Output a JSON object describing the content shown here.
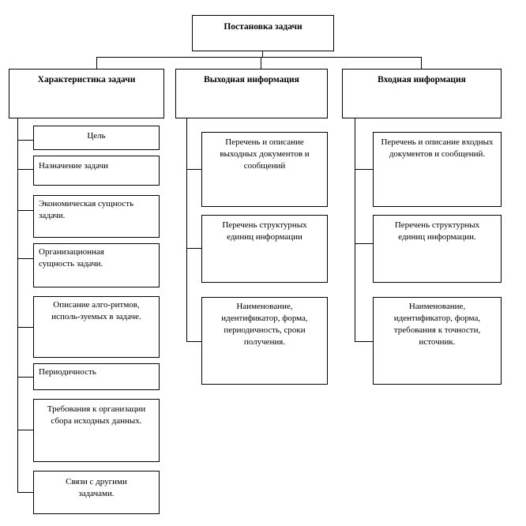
{
  "root": {
    "title": "Постановка задачи"
  },
  "columns": [
    {
      "header": "Характеристика задачи",
      "items": [
        "Цель",
        "Назначение задачи",
        "Экономическая сущность задачи.",
        "Организационная сущность задачи.",
        "Описание алго-ритмов, исполь-зуемых в задаче.",
        "Периодичность",
        "Требования к организации сбора исходных данных.",
        "Связи с другими задачами."
      ]
    },
    {
      "header": "Выходная информация",
      "items": [
        "Перечень и описание выходных документов и сообщений",
        "Перечень структурных единиц информации",
        "Наименование, идентификатор, форма, периодичность, сроки получения."
      ]
    },
    {
      "header": "Входная информация",
      "items": [
        "Перечень и описание входных документов и сообщений.",
        "Перечень структурных единиц информации.",
        "Наименование, идентификатор, форма, требования к точности, источник."
      ]
    }
  ]
}
